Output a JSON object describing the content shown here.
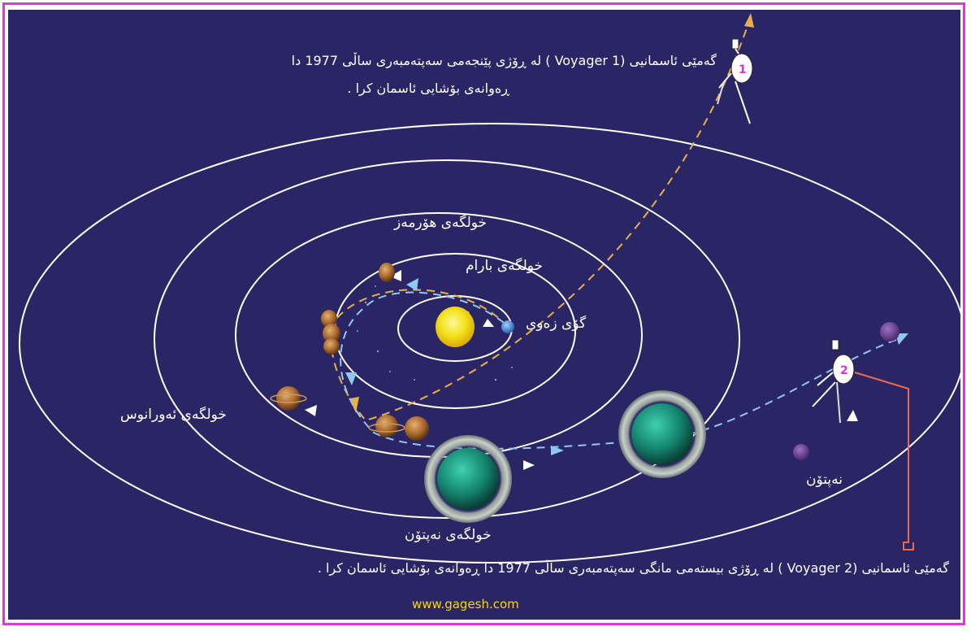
{
  "captions": {
    "voyager1_line1": "گەمێی ئاسمانیی (Voyager 1 ) لە ڕۆژی پێنجەمی سەپتەمبەری ساڵی 1977 دا",
    "voyager1_line2": "ڕەوانەی بۆشایی ئاسمان کرا .",
    "voyager2": "گەمێی ئاسمانیی (2 Voyager ) لە ڕۆژی بیستەمی مانگی سەپتەمبەری ساڵی 1977 دا ڕەوانەی بۆشایی ئاسمان کرا ."
  },
  "labels": {
    "jupiter_orbit": "خولگەی هۆرمەز",
    "mars_orbit": "خولگەی بارام",
    "earth": "گۆی زەوی",
    "uranus_orbit": "خولگەی ئەورانوس",
    "neptune_orbit": "خولگەی نەپتۆن",
    "neptune": "نەپتۆن"
  },
  "probe_numbers": {
    "voyager1": "1",
    "voyager2": "2"
  },
  "website": "www.gagesh.com",
  "colors": {
    "background": "#2a2565",
    "border": "#d63bd4",
    "orbit": "#ffffff",
    "voyager1_path": "#e8b04a",
    "voyager2_path": "#8fc8f0",
    "website": "#ffd700",
    "sun": "#f2e21a",
    "leader_line": "#f06a4a"
  },
  "icons": [
    "sun-icon",
    "earth-icon",
    "planet-icon",
    "voyager-probe-icon",
    "arrowhead-icon"
  ]
}
